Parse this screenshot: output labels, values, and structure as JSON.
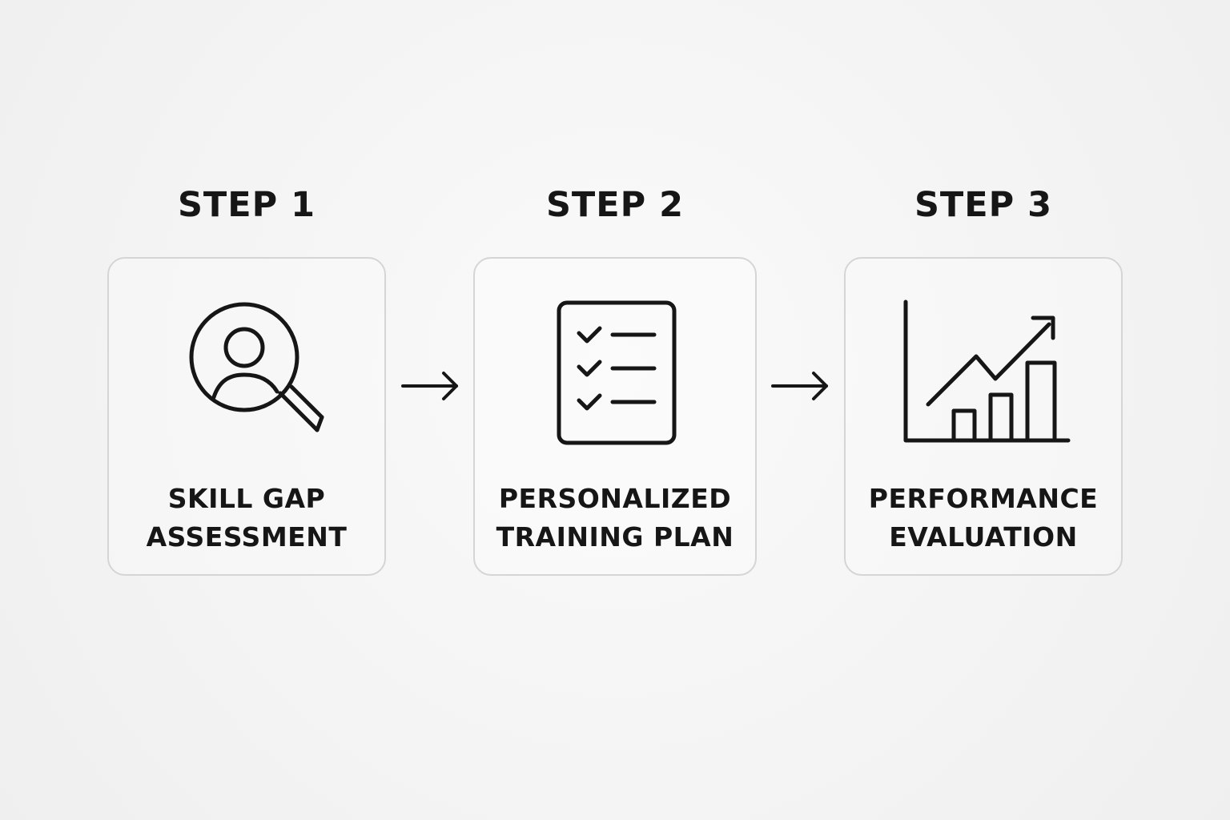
{
  "steps": [
    {
      "title": "STEP 1",
      "label_line1": "SKILL GAP",
      "label_line2": "ASSESSMENT",
      "icon": "user-search-icon"
    },
    {
      "title": "STEP 2",
      "label_line1": "PERSONALIZED",
      "label_line2": "TRAINING PLAN",
      "icon": "checklist-icon"
    },
    {
      "title": "STEP 3",
      "label_line1": "PERFORMANCE",
      "label_line2": "EVALUATION",
      "icon": "growth-chart-icon"
    }
  ],
  "connectors": [
    {
      "icon": "arrow-right-icon"
    },
    {
      "icon": "arrow-right-icon"
    }
  ],
  "colors": {
    "background": "#f3f3f3",
    "text": "#161616",
    "card_border": "#d5d5d5",
    "icon_stroke": "#161616"
  }
}
